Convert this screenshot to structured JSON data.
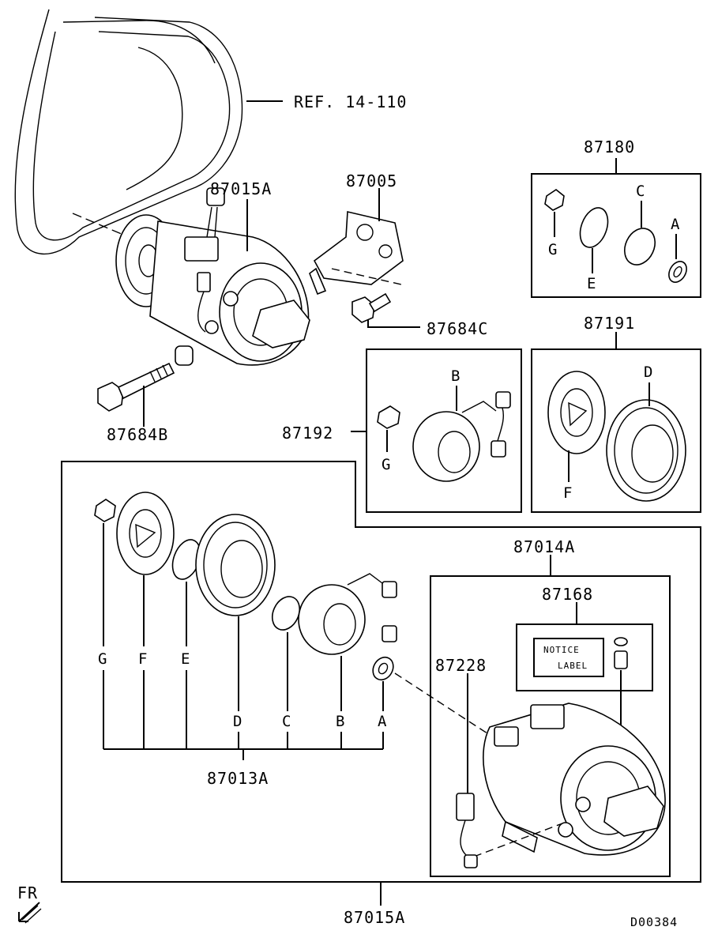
{
  "ref_label": "REF. 14-110",
  "assembly_top": "87015A",
  "assembly_bottom": "87015A",
  "bracket": "87005",
  "bolt_c": "87684C",
  "bolt_b": "87684B",
  "kit_87180": {
    "number": "87180",
    "letters": [
      "G",
      "E",
      "C",
      "A"
    ]
  },
  "kit_87191": {
    "number": "87191",
    "letters": [
      "F",
      "D"
    ]
  },
  "kit_87192": {
    "number": "87192",
    "letters": [
      "B",
      "G"
    ]
  },
  "clutch_kit": {
    "number": "87013A",
    "letters": [
      "G",
      "F",
      "E",
      "D",
      "C",
      "B",
      "A"
    ]
  },
  "compressor_kit": "87014A",
  "label_kit": {
    "number": "87168",
    "notice_line1": "NOTICE",
    "notice_line2": "LABEL"
  },
  "harness": "87228",
  "front_indicator": "FR",
  "diagram_code": "D00384"
}
